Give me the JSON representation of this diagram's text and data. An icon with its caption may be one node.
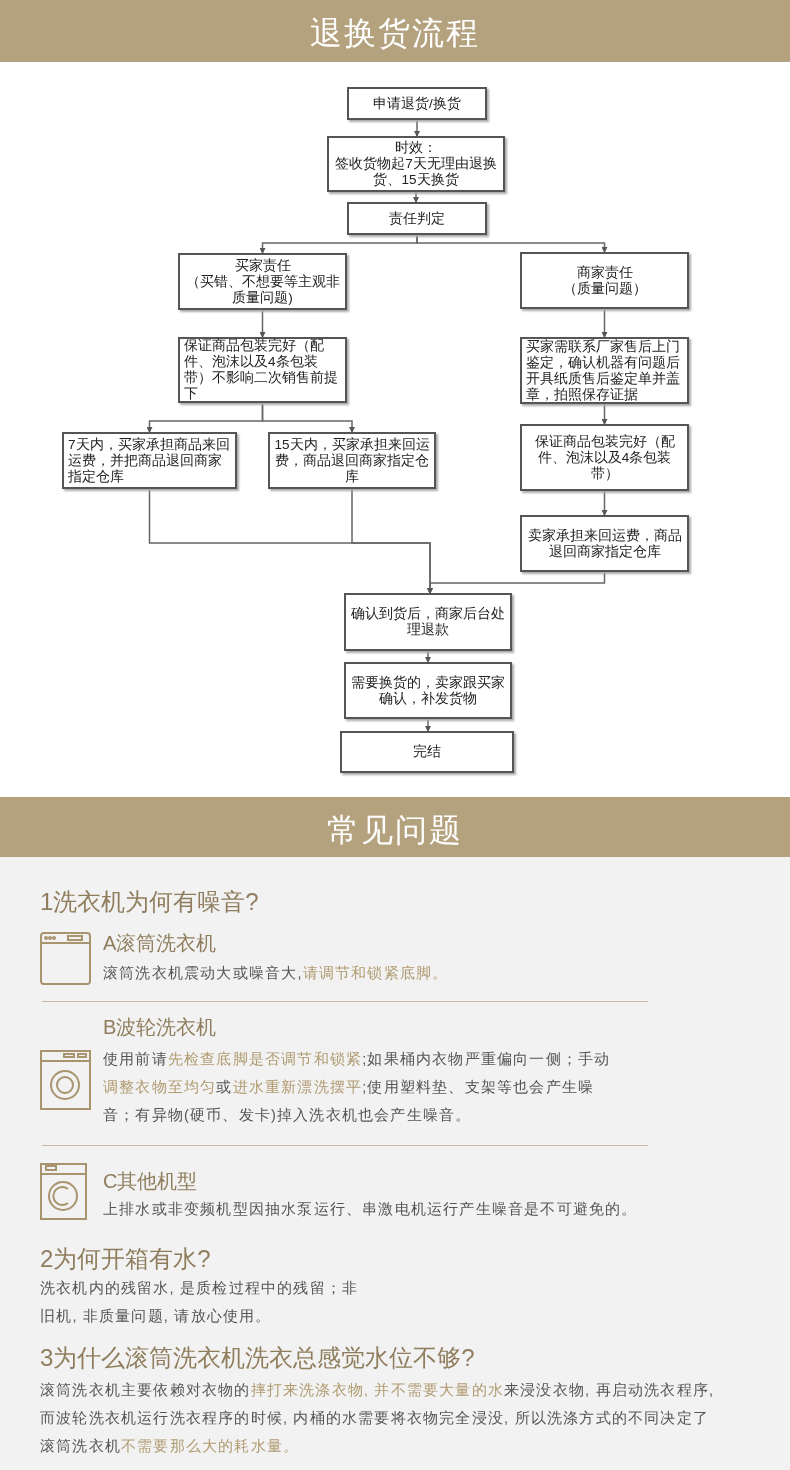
{
  "diagram": {
    "title": "退换货流程",
    "nodes": [
      {
        "text": [
          "申请退货/换货"
        ]
      },
      {
        "text": [
          "时效：",
          "签收货物起7天无理由退换货、15天换货"
        ]
      },
      {
        "text": [
          "责任判定"
        ]
      },
      {
        "text": [
          "买家责任",
          "（买错、不想要等主观非质量问题)"
        ]
      },
      {
        "text": [
          "商家责任",
          "（质量问题）"
        ]
      },
      {
        "text": [
          "保证商品包装完好（配件、泡沫以及4条包装带）不影响二次销售前提下"
        ]
      },
      {
        "text": [
          "7天内，买家承担商品来回运费，并把商品退回商家指定仓库"
        ]
      },
      {
        "text": [
          "15天内，买家承担来回运费，商品退回商家指定仓库"
        ]
      },
      {
        "text": [
          "买家需联系厂家售后上门鉴定，确认机器有问题后开具纸质售后鉴定单并盖章，拍照保存证据"
        ]
      },
      {
        "text": [
          "保证商品包装完好（配件、泡沫以及4条包装带）"
        ]
      },
      {
        "text": [
          "卖家承担来回运费，商品退回商家指定仓库"
        ]
      },
      {
        "text": [
          "确认到货后，商家后台处理退款"
        ]
      },
      {
        "text": [
          "需要换货的，卖家跟买家确认，补发货物"
        ]
      },
      {
        "text": [
          "完结"
        ]
      }
    ],
    "edges": [
      {
        "from": 0,
        "to": 1,
        "arrow": "to"
      },
      {
        "from": 1,
        "to": 2,
        "arrow": "to"
      },
      {
        "from": 2,
        "to": 3,
        "arrow": "to"
      },
      {
        "from": 2,
        "to": 4,
        "arrow": "to"
      },
      {
        "from": 3,
        "to": 5,
        "arrow": "to"
      },
      {
        "from": 5,
        "to": 6,
        "arrow": "to"
      },
      {
        "from": 5,
        "to": 7,
        "arrow": "to"
      },
      {
        "from": 4,
        "to": 8,
        "arrow": "to"
      },
      {
        "from": 8,
        "to": 9,
        "arrow": "to"
      },
      {
        "from": 9,
        "to": 10,
        "arrow": "to"
      },
      {
        "from": 6,
        "to": 11,
        "arrow": "to"
      },
      {
        "from": 7,
        "to": 11,
        "arrow": "to"
      },
      {
        "from": 10,
        "to": 11,
        "arrow": "to"
      },
      {
        "from": 11,
        "to": 12,
        "arrow": "to"
      },
      {
        "from": 12,
        "to": 13,
        "arrow": "to"
      }
    ],
    "labels": [
      "常见问题",
      "1洗衣机为何有噪音?",
      "A滚筒洗衣机",
      "滚筒洗衣机震动大或噪音大,**请调节和锁紧底脚。**",
      "B波轮洗衣机",
      "使用前请**先检查底脚是否调节和锁紧**;如果桶内衣物严重偏向一侧；手动**调整衣物至均匀**或**进水重新漂洗摆平**;使用塑料垫、支架等也会产生噪音；有异物(硬币、发卡)掉入洗衣机也会产生噪音。",
      "C其他机型",
      "上排水或非变频机型因抽水泵运行、串激电机运行产生噪音是不可避免的。",
      "2为何开箱有水?",
      "洗衣机内的残留水, 是质检过程中的残留；非旧机, 非质量问题, 请放心使用。",
      "3为什么滚筒洗衣机洗衣总感觉水位不够?",
      "滚筒洗衣机主要依赖对衣物的**摔打来洗涤衣物, 并不需要大量的水**来浸没衣物, 再启动洗衣程序, 而波轮洗衣机运行洗衣程序的时候, 内桶的水需要将衣物完全浸没, 所以洗涤方式的不同决定了滚筒洗衣机**不需要那么大的耗水量。**"
    ]
  }
}
